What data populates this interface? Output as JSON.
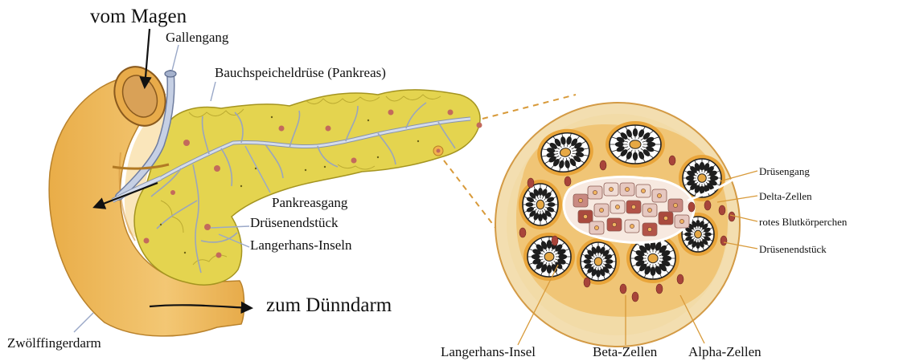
{
  "labels": {
    "vom_magen": "vom Magen",
    "gallengang": "Gallengang",
    "bauchspeicheldruese": "Bauchspeicheldrüse (Pankreas)",
    "pankreasgang": "Pankreasgang",
    "druesenendstueck_left": "Drüsenendstück",
    "langerhans_inseln": "Langerhans-Inseln",
    "zum_duenndarm": "zum Dünndarm",
    "zwoelffingerdarm": "Zwölffingerdarm",
    "druesengang": "Drüsengang",
    "delta_zellen": "Delta-Zellen",
    "rotes_blutkoerperchen": "rotes Blutkörperchen",
    "druesenendstueck_right": "Drüsenendstück",
    "langerhans_insel": "Langerhans-Insel",
    "beta_zellen": "Beta-Zellen",
    "alpha_zellen": "Alpha-Zellen"
  },
  "colors": {
    "duodenum": "#edb75a",
    "duodenum_light": "#f6d38f",
    "pancreas": "#e2d24c",
    "pancreas_edge": "#a89820",
    "duct": "#c9d3e6",
    "duct_edge": "#7f8ba8",
    "islet_dot": "#c06a5a",
    "section_bg": "#f5e3ba",
    "section_rim": "#d9a24a",
    "acinus_ring": "#e8a83a",
    "rbc": "#a8453a",
    "pointer": "#9aa8c8",
    "callout": "#d89a3a"
  }
}
